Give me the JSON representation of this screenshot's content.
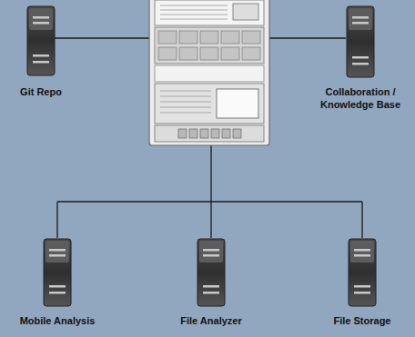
{
  "diagram": {
    "nodes": [
      {
        "text": [
          "Git Repo"
        ]
      },
      {
        "text": [
          "Collaboration / Knowledge Base"
        ]
      },
      {
        "text": [
          "Mobile Analysis"
        ]
      },
      {
        "text": [
          "File Analyzer"
        ]
      },
      {
        "text": [
          "File Storage"
        ]
      }
    ]
  }
}
